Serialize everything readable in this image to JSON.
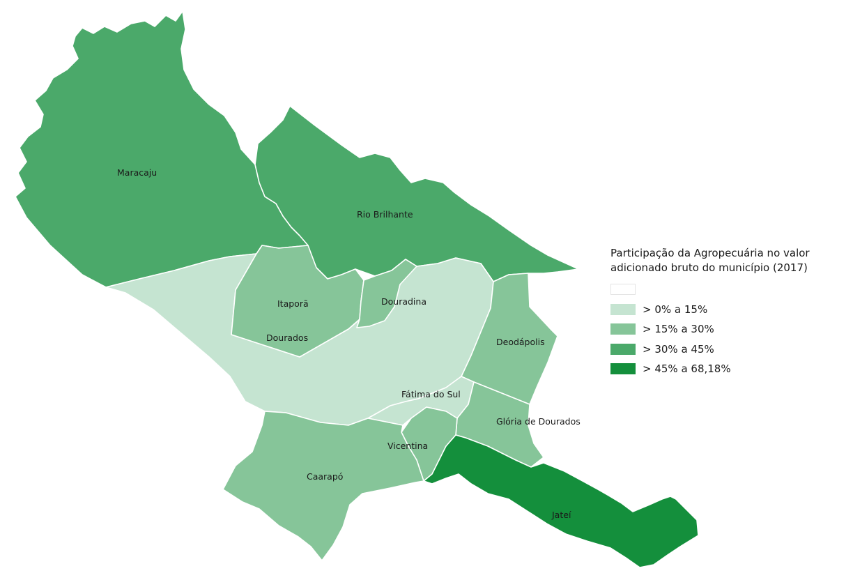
{
  "legend": {
    "title_line1": "Participação da Agropecuária no valor",
    "title_line2": "adicionado bruto do município (2017)",
    "classes": [
      {
        "label": "",
        "color": "#ffffff"
      },
      {
        "label": "> 0% a 15%",
        "color": "#c5e4d1"
      },
      {
        "label": "> 15% a 30%",
        "color": "#86c599"
      },
      {
        "label": "> 30% a 45%",
        "color": "#4ba96a"
      },
      {
        "label": "> 45% a 68,18%",
        "color": "#148f3c"
      }
    ]
  },
  "municipalities": [
    {
      "name": "Maracaju",
      "class": 3
    },
    {
      "name": "Rio Brilhante",
      "class": 3
    },
    {
      "name": "Itaporã",
      "class": 2
    },
    {
      "name": "Douradina",
      "class": 2
    },
    {
      "name": "Dourados",
      "class": 1
    },
    {
      "name": "Deodápolis",
      "class": 2
    },
    {
      "name": "Fátima do Sul",
      "class": 1
    },
    {
      "name": "Glória de Dourados",
      "class": 2
    },
    {
      "name": "Vicentina",
      "class": 2
    },
    {
      "name": "Caarapó",
      "class": 2
    },
    {
      "name": "Jateí",
      "class": 4
    }
  ]
}
